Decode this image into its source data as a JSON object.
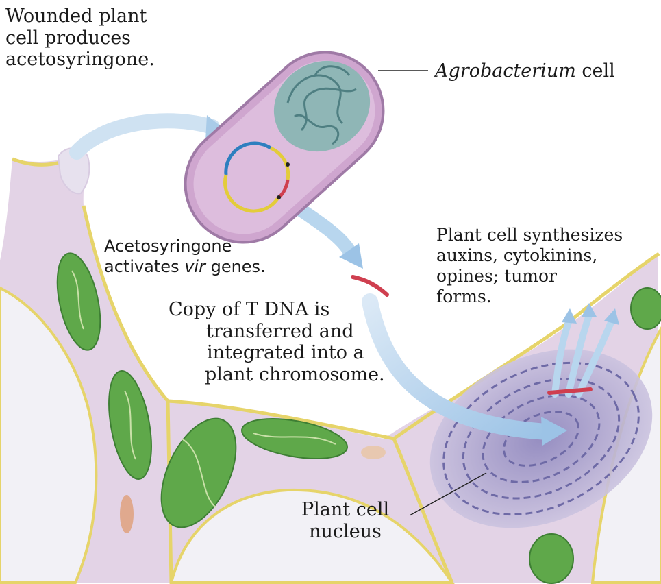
{
  "labels": {
    "wounded": [
      "Wounded plant",
      "cell produces",
      "acetosyringone."
    ],
    "agrobacterium_italic": "Agrobacterium",
    "agrobacterium_rest": " cell",
    "vir_line1": "Acetosyringone",
    "vir_line2_a": "activates ",
    "vir_line2_italic": "vir",
    "vir_line2_b": " genes.",
    "synthesizes": [
      "Plant cell synthesizes",
      "auxins, cytokinins,",
      "opines; tumor",
      "forms."
    ],
    "copy": [
      "Copy of  T DNA is",
      "transferred and",
      "integrated into a",
      "plant chromosome."
    ],
    "nucleus": [
      "Plant cell",
      "nucleus"
    ]
  },
  "colors": {
    "cell_wall": "#e6d46a",
    "cytoplasm": "#e3d3e6",
    "vacuole": "#f3f2f7",
    "chloroplast": "#5fa84a",
    "bacterium": "#cfa6cf",
    "bacterial_dna": "#7fa6a6",
    "arrow": "#a9cbe8",
    "t_dna": "#cf3f4f",
    "nucleus": "#6e6aa6"
  }
}
